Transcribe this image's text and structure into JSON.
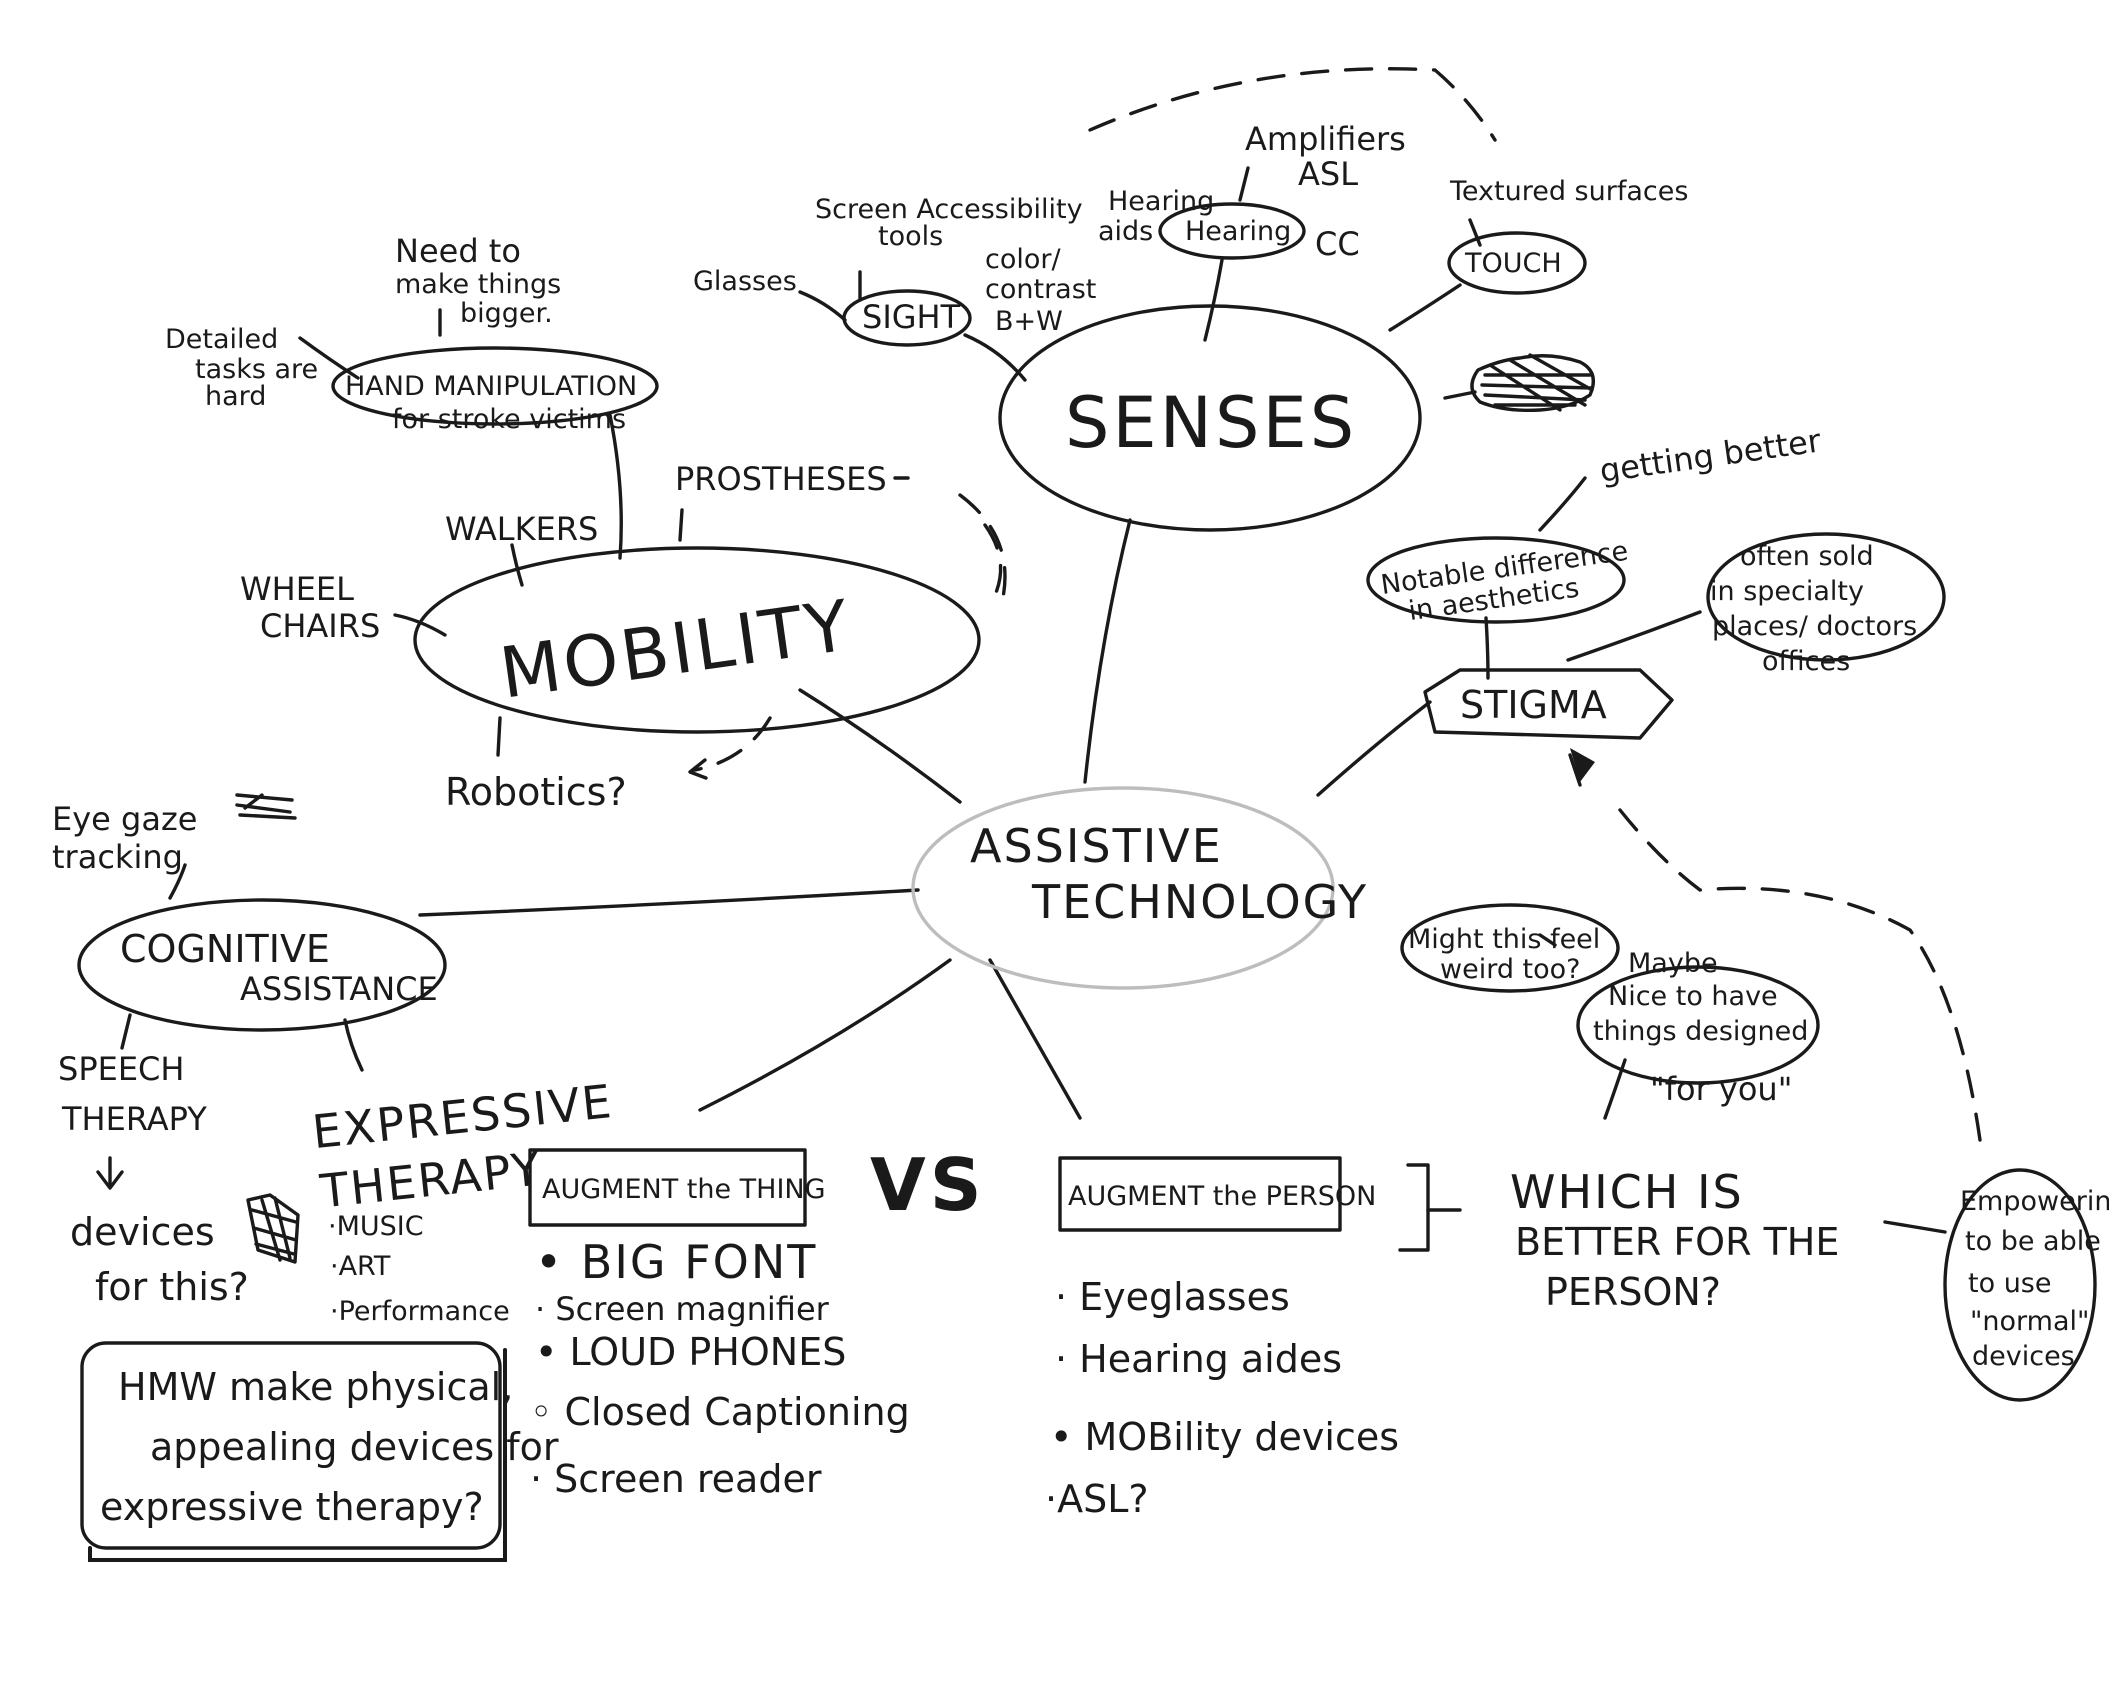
{
  "center": {
    "line1": "ASSISTIVE",
    "line2": "TECHNOLOGY"
  },
  "senses": {
    "label": "SENSES",
    "sight": {
      "label": "SIGHT",
      "glasses": "Glasses",
      "screen_tools_1": "Screen Accessibility",
      "screen_tools_2": "tools",
      "color_1": "color/",
      "color_2": "contrast",
      "color_3": "B+W"
    },
    "hearing": {
      "label": "Hearing",
      "aids_1": "Hearing",
      "aids_2": "aids",
      "amplifiers": "Amplifiers",
      "asl": "ASL",
      "cc": "CC"
    },
    "touch": {
      "label": "TOUCH",
      "textured": "Textured surfaces"
    }
  },
  "mobility": {
    "label": "MOBILITY",
    "hand": {
      "label": "HAND MANIPULATION",
      "sub": "for stroke victims",
      "detailed_1": "Detailed",
      "detailed_2": "tasks are",
      "detailed_3": "hard",
      "need_1": "Need to",
      "need_2": "make things",
      "need_3": "bigger."
    },
    "walkers": "WALKERS",
    "prostheses": "PROSTHESES",
    "wheelchairs_1": "WHEEL",
    "wheelchairs_2": "CHAIRS",
    "robotics": "Robotics?"
  },
  "stigma": {
    "label": "STIGMA",
    "getting_better": "getting better",
    "notable_1": "Notable difference",
    "notable_2": "in aesthetics",
    "sold_1": "often sold",
    "sold_2": "in specialty",
    "sold_3": "places/ doctors",
    "sold_4": "offices",
    "weird_1": "Might this feel",
    "weird_2": "weird too?",
    "maybe": "Maybe",
    "nice_1": "Nice to have",
    "nice_2": "things designed",
    "for_you": "\"for you\"",
    "empower_1": "Empowering",
    "empower_2": "to be able",
    "empower_3": "to use",
    "empower_4": "\"normal\"",
    "empower_5": "devices"
  },
  "cognitive": {
    "label_1": "COGNITIVE",
    "label_2": "ASSISTANCE",
    "eye_1": "Eye gaze",
    "eye_2": "tracking",
    "speech_1": "SPEECH",
    "speech_2": "THERAPY",
    "devices_1": "devices",
    "devices_2": "for this?",
    "expressive_1": "EXPRESSIVE",
    "expressive_2": "THERAPY",
    "music": "·MUSIC",
    "art": "·ART",
    "performance": "·Performance"
  },
  "augment_thing": {
    "label": "AUGMENT the THING",
    "items": [
      "• BIG FONT",
      "· Screen magnifier",
      "• LOUD PHONES",
      "◦ Closed Captioning",
      "· Screen reader"
    ]
  },
  "vs": "VS",
  "augment_person": {
    "label": "AUGMENT the PERSON",
    "items": [
      "· Eyeglasses",
      "· Hearing aides",
      "• MOBility devices",
      "·ASL?"
    ]
  },
  "which": {
    "line1": "WHICH IS",
    "line2": "BETTER FOR THE",
    "line3": "PERSON?"
  },
  "hmw": {
    "line1": "HMW make physical,",
    "line2": "appealing devices for",
    "line3": "expressive therapy?"
  }
}
